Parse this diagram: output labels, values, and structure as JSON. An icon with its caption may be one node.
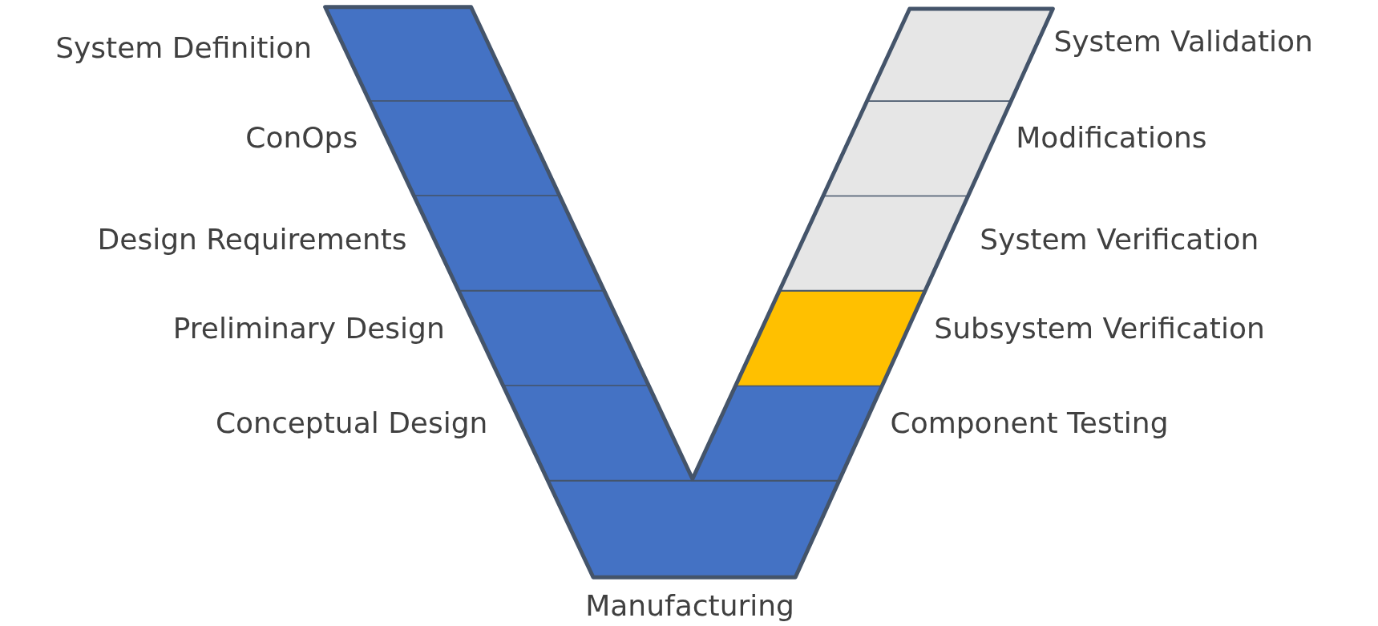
{
  "diagram": {
    "nodes": [
      {
        "text": [
          "System Definition"
        ]
      },
      {
        "text": [
          "ConOps"
        ]
      },
      {
        "text": [
          "Design Requirements"
        ]
      },
      {
        "text": [
          "Preliminary Design"
        ]
      },
      {
        "text": [
          "Conceptual Design"
        ]
      },
      {
        "text": [
          "Manufacturing"
        ]
      },
      {
        "text": [
          "Component Testing"
        ]
      },
      {
        "text": [
          "Subsystem Verification"
        ]
      },
      {
        "text": [
          "System Verification"
        ]
      },
      {
        "text": [
          "Modifications"
        ]
      },
      {
        "text": [
          "System Validation"
        ]
      }
    ]
  }
}
